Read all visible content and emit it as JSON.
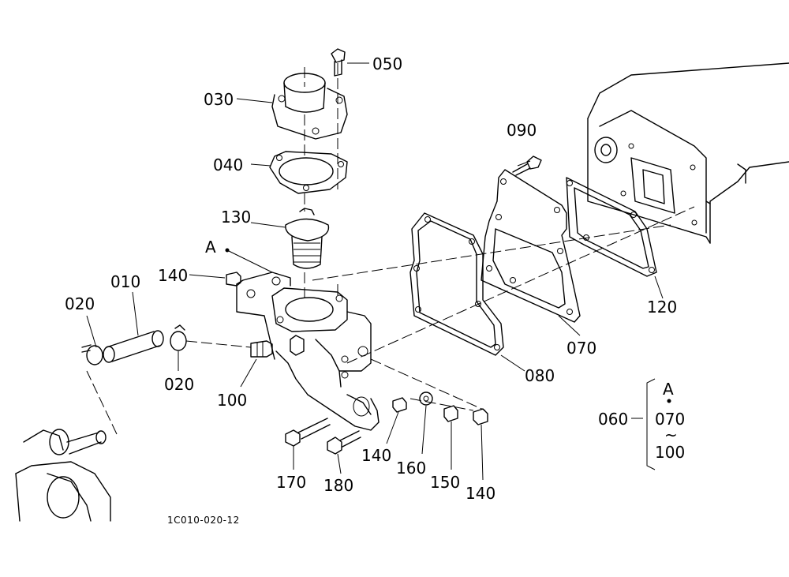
{
  "drawing_code": "1C010-020-12",
  "part_labels": {
    "p010": "010",
    "p020a": "020",
    "p020b": "020",
    "p030": "030",
    "p040": "040",
    "p050": "050",
    "p060": "060",
    "p070": "070",
    "p080": "080",
    "p090": "090",
    "p100": "100",
    "p120": "120",
    "p130": "130",
    "p140a": "140",
    "p140b": "140",
    "p140c": "140",
    "p150": "150",
    "p160": "160",
    "p170": "170",
    "p180": "180"
  },
  "view_ref": {
    "letter": "A",
    "range_start": "070",
    "range_sep": "~",
    "range_end": "100"
  }
}
